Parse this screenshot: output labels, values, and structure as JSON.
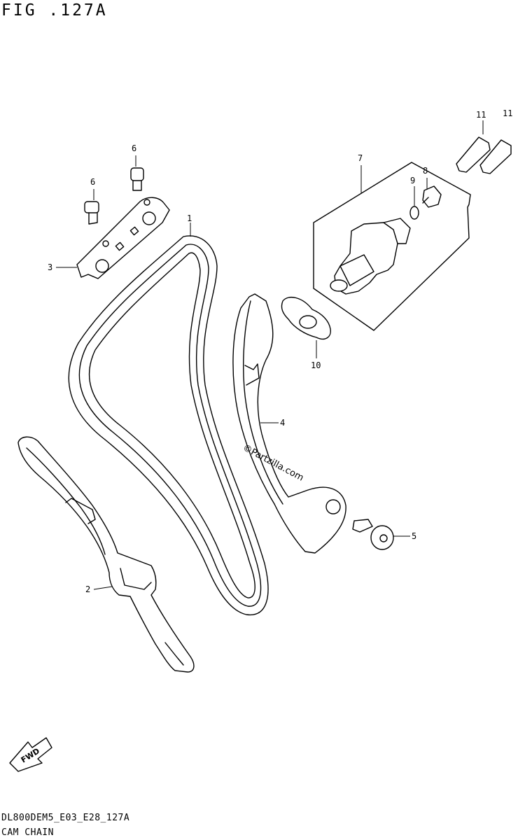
{
  "figure": {
    "title": "FIG .127A",
    "code": "DL800DEM5_E03_E28_127A",
    "caption": "CAM CHAIN"
  },
  "watermark": "©Partzilla.com",
  "fwd_arrow": {
    "text": "FWD",
    "icon": "fwd-arrow-icon"
  },
  "callouts": [
    {
      "id": "1",
      "text": "1"
    },
    {
      "id": "2",
      "text": "2"
    },
    {
      "id": "3",
      "text": "3"
    },
    {
      "id": "4",
      "text": "4"
    },
    {
      "id": "5",
      "text": "5"
    },
    {
      "id": "6a",
      "text": "6"
    },
    {
      "id": "6b",
      "text": "6"
    },
    {
      "id": "7",
      "text": "7"
    },
    {
      "id": "8",
      "text": "8"
    },
    {
      "id": "9",
      "text": "9"
    },
    {
      "id": "10",
      "text": "10"
    },
    {
      "id": "11a",
      "text": "11"
    },
    {
      "id": "11b",
      "text": "11"
    }
  ]
}
